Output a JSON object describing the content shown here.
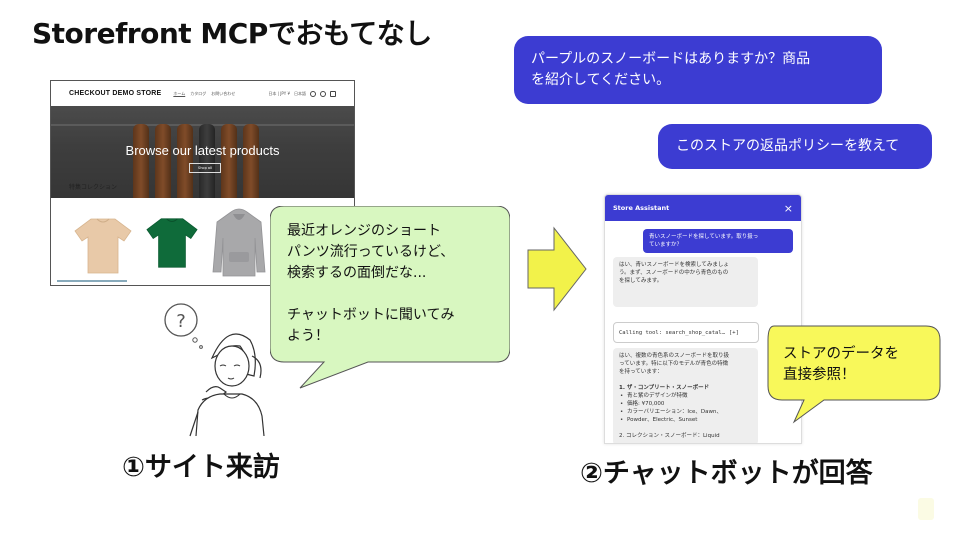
{
  "title": "Storefront MCPでおもてなし",
  "store": {
    "logo": "CHECKOUT DEMO STORE",
    "nav_links": [
      "ホーム",
      "カタログ",
      "お問い合わせ"
    ],
    "region": "日本 | JPY ¥",
    "language": "日本語",
    "hero_text": "Browse our latest products",
    "hero_button": "Shop all",
    "collection_title": "特集コレクション"
  },
  "left_bubble": {
    "lines": [
      "最近オレンジのショート",
      "パンツ流行っているけど、",
      "検索するの面倒だな...",
      "",
      "チャットボットに聞いてみ",
      "よう！"
    ]
  },
  "question_mark": "?",
  "caption_left": "①サイト来訪",
  "caption_right": "②チャットボットが回答",
  "user_messages": {
    "msg1_lines": [
      "パープルのスノーボードはありますか？商品",
      "を紹介してください。"
    ],
    "msg2": "このストアの返品ポリシーを教えて"
  },
  "widget": {
    "title": "Store Assistant",
    "close": "×",
    "user_msg_lines": [
      "青いスノーボードを探しています。取り扱っ",
      "ていますか？"
    ],
    "bot_msg1_lines": [
      "はい、青いスノーボードを検索してみましょ",
      "う。まず、スノーボードの中から青色のもの",
      "を探してみます。"
    ],
    "tool_call": "Calling tool: search_shop_catal…",
    "tool_expand": "[+]",
    "bot_msg2_intro": [
      "はい、複数の青色系のスノーボードを取り扱",
      "っています。特に以下のモデルが青色の特徴",
      "を持っています："
    ],
    "item1_title": "1. ザ・コンプリート・スノーボード",
    "item1_bullets": [
      "青と紫のデザインが特徴",
      "価格: ¥70,000",
      "カラーバリエーション：Ice、Dawn、",
      "Powder、Electric、Sunset"
    ],
    "item2_title": "2. コレクション・スノーボード：Liquid"
  },
  "right_bubble": {
    "lines": [
      "ストアのデータを",
      "直接参照！"
    ]
  },
  "colors": {
    "accent": "#3c3cd2",
    "bubble_green": "#d8f7c0",
    "bubble_yellow": "#f8f85a",
    "arrow_yellow": "#f2f24a",
    "hanger_orange": "#b0602a",
    "shirt_beige": "#e8c9a8",
    "shirt_green": "#0f6b3a",
    "hoodie_gray": "#a8a8aa"
  }
}
